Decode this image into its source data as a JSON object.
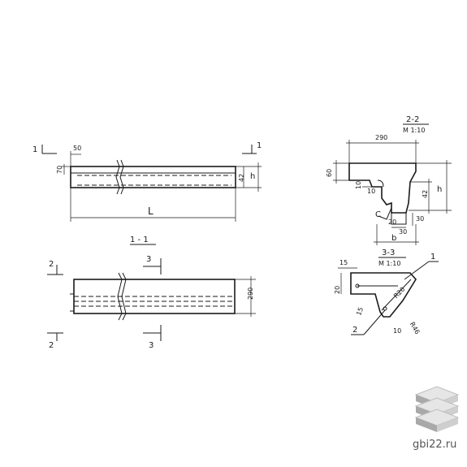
{
  "elevation": {
    "section_mark_left": "1",
    "section_mark_right": "1",
    "dim_top_offset": "50",
    "dim_left_height": "70",
    "dim_right_a": "42",
    "dim_right_b": "h",
    "dim_length": "L"
  },
  "plan": {
    "title": "1 - 1",
    "section_mark_2_top": "2",
    "section_mark_2_bottom": "2",
    "section_mark_3_top": "3",
    "section_mark_3_bottom": "3",
    "dim_width": "290"
  },
  "section_2_2": {
    "title": "2-2",
    "scale": "М 1:10",
    "dim_width_top": "290",
    "dim_left_60": "60",
    "dim_10a": "10",
    "dim_10b": "10",
    "dim_42": "42",
    "dim_h": "h",
    "dim_c": "C",
    "dim_20": "20",
    "dim_30a": "30",
    "dim_30b": "30",
    "dim_b": "b"
  },
  "section_3_3": {
    "title": "3-3",
    "scale": "М 1:10",
    "dim_15a": "15",
    "dim_20": "20",
    "dim_15b": "15",
    "dim_r20": "R20",
    "dim_r46": "R46",
    "dim_10": "10",
    "callout_1": "1",
    "callout_2": "2"
  },
  "watermark": {
    "text": "gbi22.ru"
  }
}
